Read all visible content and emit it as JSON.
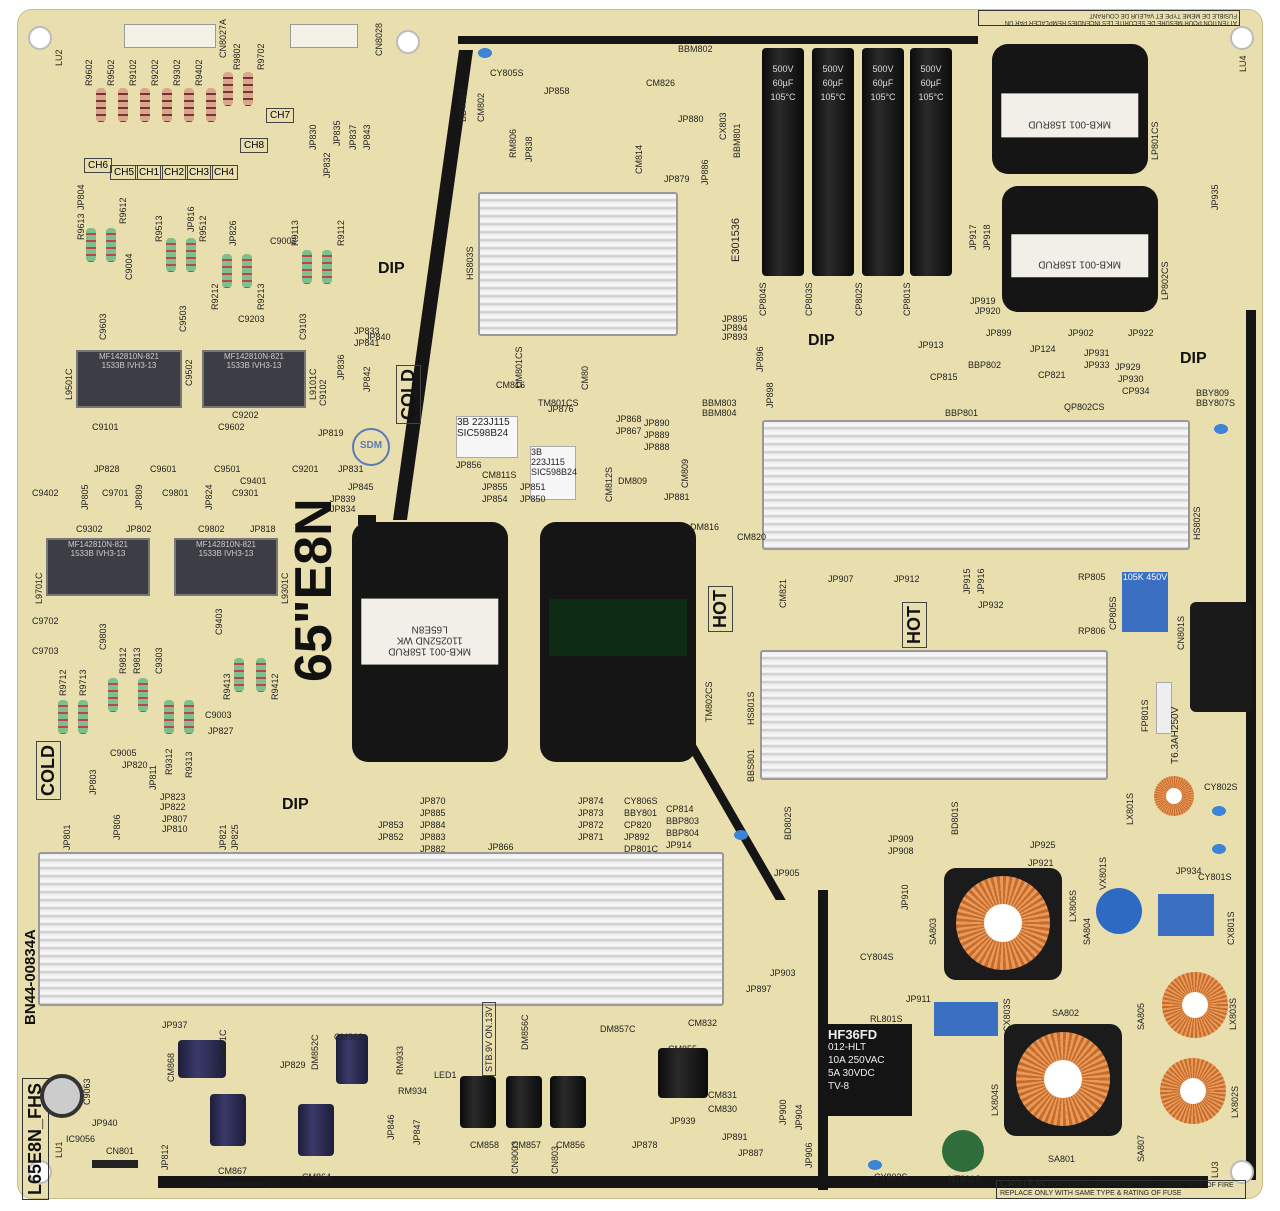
{
  "board": {
    "model_marking": "65\"E8N",
    "part_number": "BN44-00834A",
    "board_name": "L65E8N_FHS",
    "copyright": "© 2016 ShopJimmy.com, LLC",
    "dip_label": "DIP",
    "cold_label": "COLD",
    "hot_label": "HOT",
    "sdm_label": "SDM",
    "fuse_rating": "T6.3AH250V",
    "fuse_ref": "FP801S",
    "caution_title": "CAUTION",
    "caution_text": "FOR CONTINUED PROTECTION AGAINST RISK OF FIRE REPLACE ONLY WITH SAME TYPE & RATING OF FUSE",
    "attention_text": "ATTENTION POUR MESURE DE SECURITE LES INCENDIES REMPLACER PAR UN FUSIBLE DE MEME TYPE ET VALEUR DE COURANT",
    "ul_mark": "E301536",
    "standby_label": "STB.9V ON.13V"
  },
  "relay": {
    "brand": "HF36FD",
    "model": "012-HLT",
    "rating1": "10A 250VAC",
    "rating2": "5A 30VDC",
    "cert": "TV-8"
  },
  "bulk_caps": {
    "voltage": "500V",
    "capacitance": "60µF",
    "temp": "105°C"
  },
  "transformers": [
    "MKB-001 158RUD",
    "110252ND WK",
    "L65E8N"
  ],
  "film_caps": [
    "3B 223J115 SIC598B24",
    "3B 223J115 SIC598B24"
  ],
  "x_cap": "105K 450V",
  "channels": [
    "CH6",
    "CH5",
    "CH1",
    "CH2",
    "CH3",
    "CH4",
    "CH8",
    "CH7"
  ],
  "labels": [
    "JP858",
    "JP880",
    "CM826",
    "BBM802",
    "JP879",
    "JP886",
    "HS803S",
    "JP895",
    "JP894",
    "JP893",
    "JP896",
    "JP898",
    "JP899",
    "JP902",
    "JP922",
    "JP931",
    "JP933",
    "JP930",
    "JP929",
    "CP934",
    "JP919",
    "JP920",
    "JP917",
    "JP918",
    "LP801CS",
    "LP802CS",
    "JP935",
    "QP802CS",
    "BBY809",
    "BBY807S",
    "HS802S",
    "JP907",
    "JP912",
    "JP915",
    "JP916",
    "JP932",
    "RP805",
    "RP806",
    "CP805S",
    "CN801S",
    "JP868",
    "JP867",
    "JP890",
    "JP889",
    "JP888",
    "CM809",
    "DM809",
    "JP881",
    "DM816",
    "CM820",
    "CM821",
    "TM802CS",
    "HS801S",
    "BBS801",
    "BD802S",
    "BD801S",
    "JP909",
    "JP908",
    "JP925",
    "JP921",
    "LX801S",
    "CY802S",
    "CY801S",
    "JP934",
    "JP905",
    "JP910",
    "LX806S",
    "SA804",
    "VX801S",
    "CX801S",
    "SA803",
    "CY804S",
    "JP903",
    "JP897",
    "JP911",
    "RL801S",
    "CX803S",
    "SA802",
    "SA805",
    "LX803S",
    "LX804S",
    "SA801",
    "SA807",
    "LX802S",
    "NT801S",
    "CY803S",
    "JP906",
    "JP904",
    "JP900",
    "JP891",
    "JP887",
    "CM831",
    "CM830",
    "JP939",
    "JP878",
    "CM855",
    "CM832",
    "DM857C",
    "DM856C",
    "CN803",
    "CN9003",
    "CM858",
    "CM857",
    "CM856",
    "LED1",
    "RM934",
    "JP846",
    "JP847",
    "CM864",
    "CM862",
    "RM933",
    "JP829",
    "DM852C",
    "DM851C",
    "CM867",
    "CM868",
    "JP937",
    "JP866",
    "C9063",
    "JP940",
    "IC9056",
    "CN801",
    "JP812",
    "LU1",
    "LU2",
    "LU3",
    "LU4",
    "JP801",
    "JP803",
    "JP811",
    "JP806",
    "JP807",
    "JP810",
    "JP823",
    "JP822",
    "JP821",
    "JP825",
    "JP820",
    "JP827",
    "C9005",
    "C9003",
    "R9312",
    "R9313",
    "R9412",
    "R9413",
    "R9712",
    "R9713",
    "R9812",
    "R9813",
    "C9303",
    "C9803",
    "C9702",
    "C9703",
    "C9403",
    "L9701C",
    "L9301C",
    "C9302",
    "JP802",
    "C9802",
    "JP818",
    "C9402",
    "C9701",
    "C9801",
    "C9301",
    "C9401",
    "JP805",
    "JP809",
    "JP824",
    "JP828",
    "C9601",
    "C9501",
    "C9201",
    "C9101",
    "C9602",
    "C9202",
    "L9501C",
    "L9101C",
    "C9502",
    "C9102",
    "JP819",
    "JP831",
    "JP845",
    "JP839",
    "JP834",
    "JP833",
    "JP841",
    "JP840",
    "JP836",
    "JP842",
    "C9603",
    "C9503",
    "C9203",
    "C9103",
    "C9004",
    "C9002",
    "R9613",
    "R9612",
    "R9513",
    "R9512",
    "R9113",
    "R9112",
    "R9212",
    "R9213",
    "JP816",
    "JP826",
    "JP830",
    "JP832",
    "JP835",
    "JP837",
    "JP843",
    "JP804",
    "R9602",
    "R9502",
    "R9102",
    "R9202",
    "R9302",
    "R9402",
    "R9702",
    "R9802",
    "CN8027A",
    "CN8028",
    "BBY802",
    "CY805S",
    "CM802",
    "RM806",
    "JP838",
    "CM814",
    "CX803",
    "BBM801",
    "DM801CS",
    "CM816",
    "CM80",
    "JP876",
    "CM811S",
    "JP851",
    "JP850",
    "CM812S",
    "TM801CS",
    "JP856",
    "JP855",
    "JP854",
    "JP853",
    "JP852",
    "JP874",
    "JP873",
    "JP872",
    "JP871",
    "JP870",
    "JP885",
    "JP884",
    "JP883",
    "JP882",
    "CY806S",
    "BBY801",
    "CP820",
    "JP892",
    "DP801C",
    "CP814",
    "BBP803",
    "BBP804",
    "JP914",
    "JP913",
    "CP815",
    "BBP802",
    "BBP801",
    "CP821",
    "JP124",
    "BBM803",
    "BBM804",
    "CP804S",
    "CP803S",
    "CP802S",
    "CP801S"
  ]
}
